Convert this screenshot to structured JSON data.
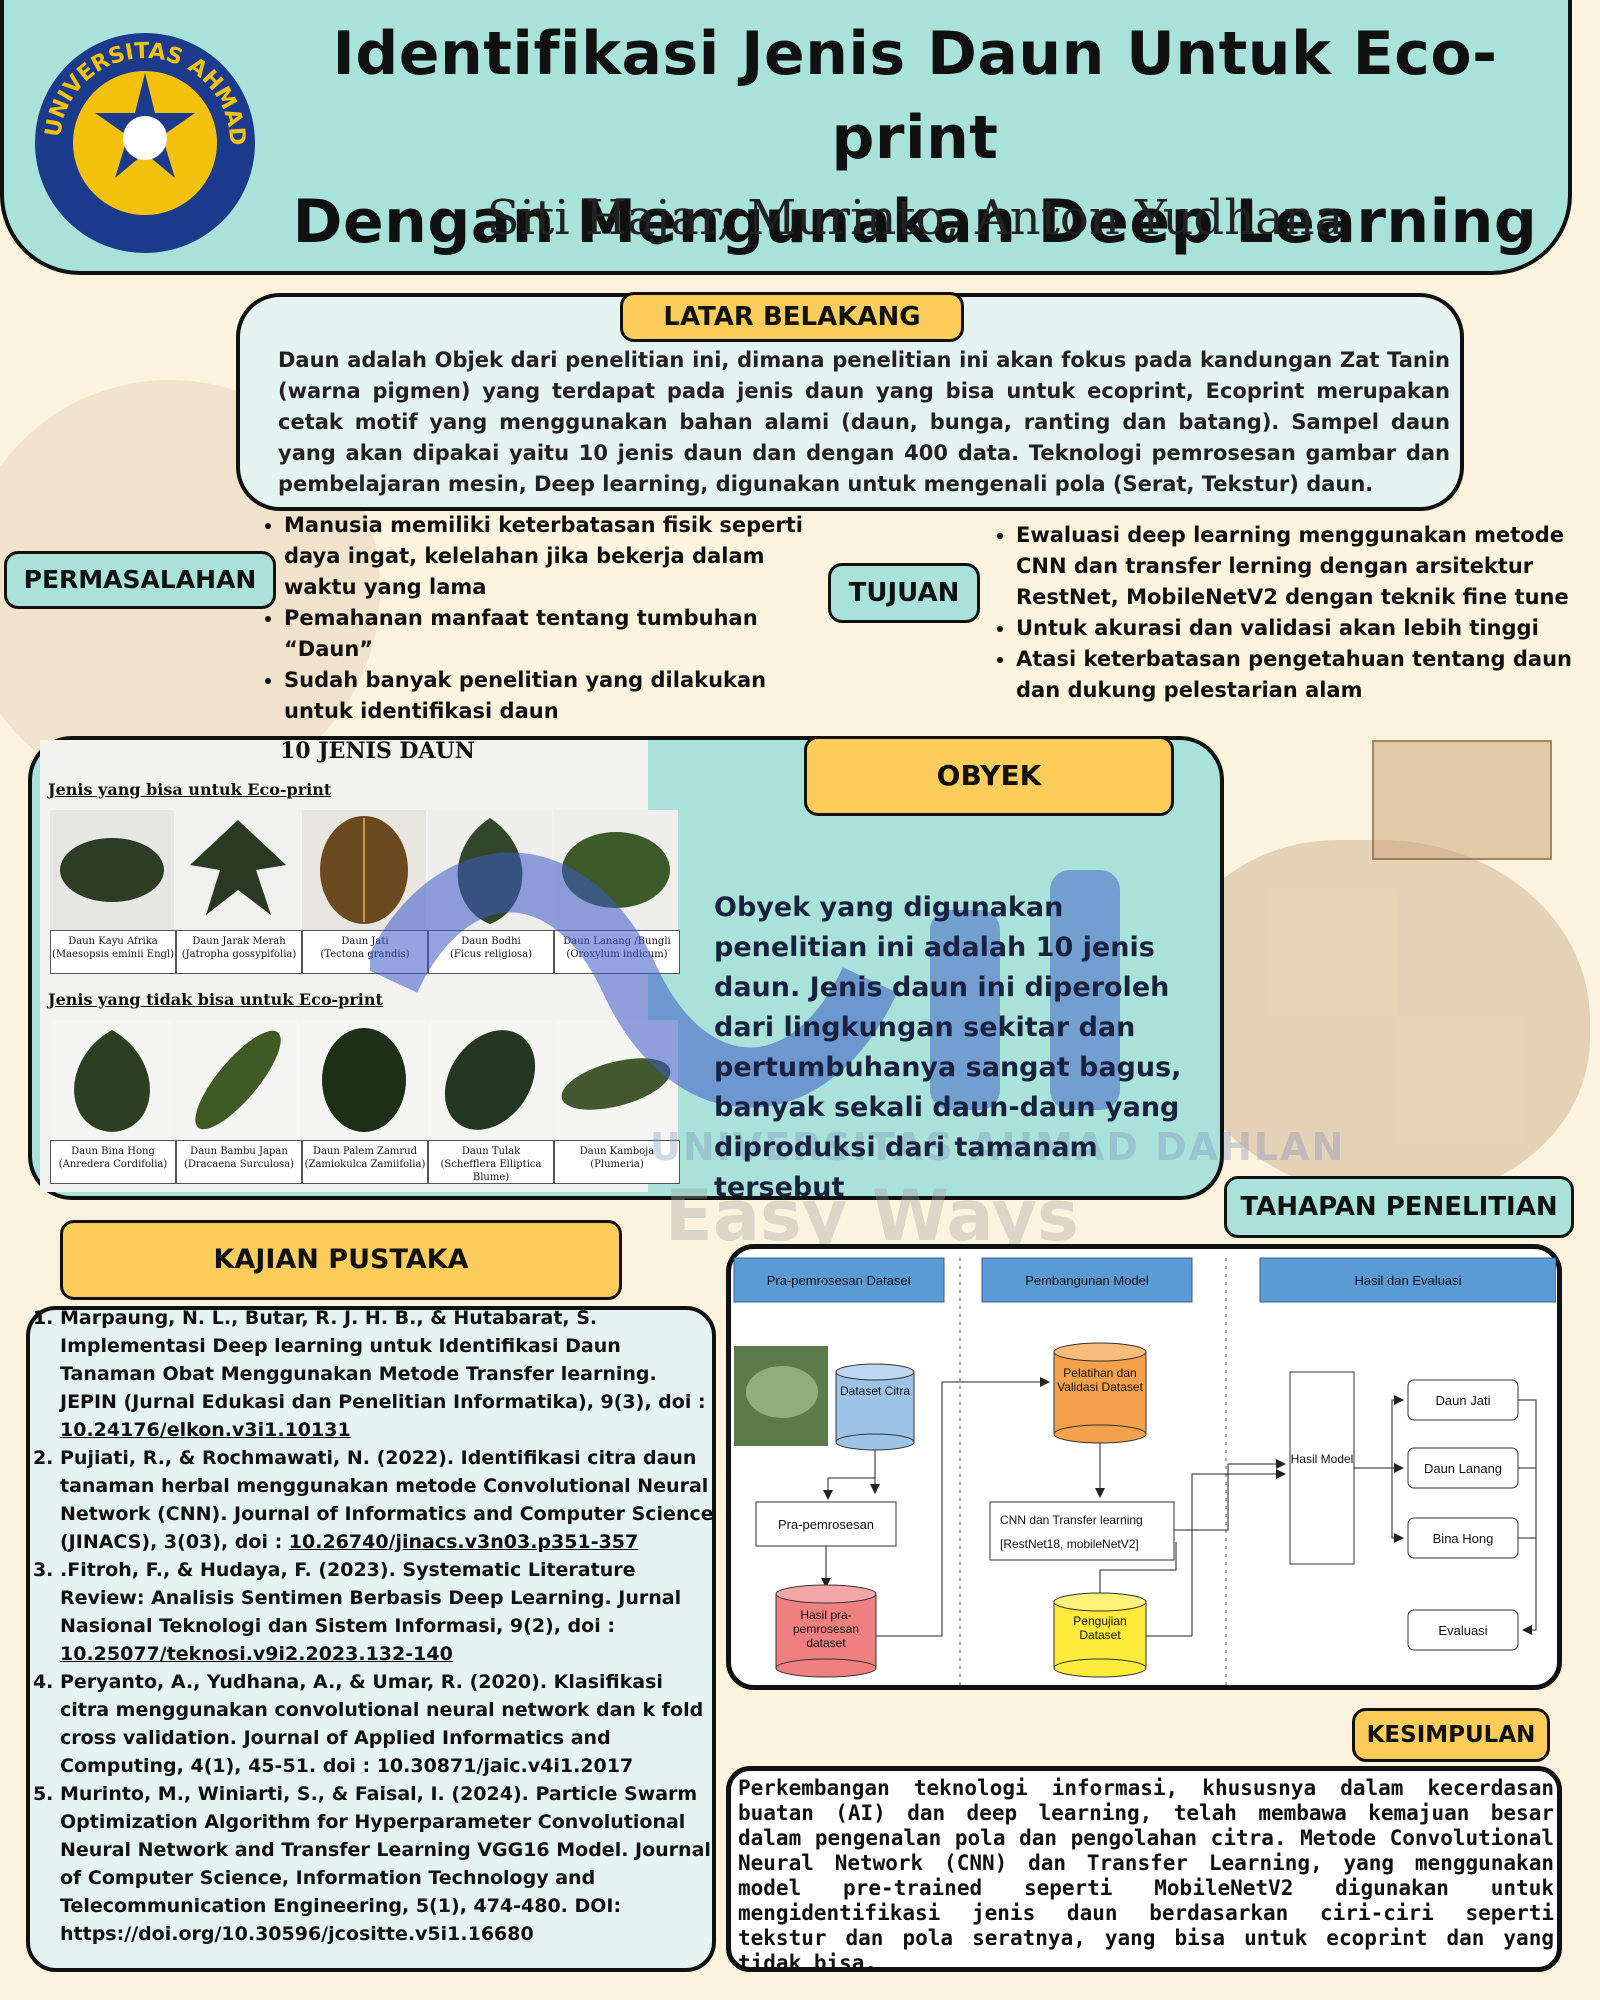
{
  "header": {
    "title_line1": "Identifikasi Jenis Daun Untuk Eco-print",
    "title_line2": "Dengan Mengunakan Deep Learning",
    "authors": "Siti Hajar, Murinto, Anton Yudhana",
    "logo_text": "UNIVERSITAS AHMAD DAHLAN"
  },
  "latar": {
    "title": "LATAR BELAKANG",
    "text": "Daun adalah Objek dari penelitian ini, dimana penelitian ini akan fokus pada kandungan Zat Tanin (warna pigmen) yang terdapat pada jenis daun yang bisa untuk ecoprint, Ecoprint merupakan cetak motif yang menggunakan bahan alami (daun, bunga, ranting dan batang). Sampel daun yang akan dipakai yaitu 10 jenis daun dan dengan 400 data. Teknologi pemrosesan gambar dan pembelajaran mesin, Deep learning, digunakan untuk mengenali pola (Serat, Tekstur) daun."
  },
  "permasalahan": {
    "title": "PERMASALAHAN",
    "items": [
      "Manusia memiliki keterbatasan fisik seperti daya ingat, kelelahan jika bekerja dalam waktu yang lama",
      "Pemahanan manfaat tentang tumbuhan “Daun”",
      "Sudah banyak penelitian yang dilakukan untuk identifikasi daun"
    ]
  },
  "tujuan": {
    "title": "TUJUAN",
    "items": [
      "Ewaluasi deep learning menggunakan metode CNN dan transfer lerning dengan arsitektur RestNet, MobileNetV2 dengan teknik fine tune",
      "Untuk akurasi dan validasi akan lebih tinggi",
      "Atasi keterbatasan pengetahuan tentang daun dan dukung pelestarian alam"
    ]
  },
  "obyek": {
    "title": "OBYEK",
    "text": "Obyek yang digunakan  penelitian ini adalah 10 jenis daun. Jenis daun ini diperoleh dari lingkungan sekitar dan pertumbuhanya sangat bagus, banyak sekali daun-daun yang diproduksi dari tamanam tersebut",
    "panel_heading": "10 JENIS DAUN",
    "group1_label": "Jenis yang bisa untuk Eco-print",
    "group2_label": "Jenis yang tidak bisa untuk Eco-print",
    "group1": [
      {
        "name": "Daun Kayu Afrika",
        "latin": "(Maesopsis eminii Engl)"
      },
      {
        "name": "Daun Jarak Merah",
        "latin": "(Jatropha gossypifolia)"
      },
      {
        "name": "Daun Jati",
        "latin": "(Tectona grandis)"
      },
      {
        "name": "Daun Bodhi",
        "latin": "(Ficus religiosa)"
      },
      {
        "name": "Daun Lanang /Bungli",
        "latin": "(Oroxylum indicum)"
      }
    ],
    "group2": [
      {
        "name": "Daun Bina Hong",
        "latin": "(Anredera Cordifolia)"
      },
      {
        "name": "Daun Bambu Japan",
        "latin": "(Dracaena Surculosa)"
      },
      {
        "name": "Daun Palem Zamrud",
        "latin": "(Zamiokulca Zamiifolia)"
      },
      {
        "name": "Daun Tulak",
        "latin": "(Schefflera Elliptica Blume)"
      },
      {
        "name": "Daun Kamboja",
        "latin": "(Plumeria)"
      }
    ],
    "watermark_1": "UNIVERSITAS AHMAD DAHLAN",
    "watermark_2": "Easy Ways"
  },
  "kajian": {
    "title": "KAJIAN PUSTAKA",
    "refs": [
      {
        "text": "Marpaung, N. L., Butar, R. J. H. B., & Hutabarat, S. Implementasi Deep learning untuk Identifikasi Daun Tanaman Obat Menggunakan Metode Transfer learning. JEPIN (Jurnal Edukasi dan Penelitian Informatika), 9(3), doi : ",
        "doi": "10.24176/elkon.v3i1.10131"
      },
      {
        "text": "Pujiati, R., & Rochmawati, N. (2022). Identifikasi citra daun tanaman herbal menggunakan metode Convolutional Neural Network (CNN). Journal of Informatics and Computer Science (JINACS), 3(03), doi : ",
        "doi": "10.26740/jinacs.v3n03.p351-357"
      },
      {
        "text": ".Fitroh, F., & Hudaya, F. (2023). Systematic Literature Review: Analisis Sentimen Berbasis Deep Learning. Jurnal Nasional Teknologi dan Sistem Informasi, 9(2), doi : ",
        "doi": "10.25077/teknosi.v9i2.2023.132-140"
      },
      {
        "text": "Peryanto, A., Yudhana, A., & Umar, R. (2020). Klasifikasi citra menggunakan convolutional neural network dan k fold cross validation. Journal of Applied Informatics and Computing, 4(1), 45-51. doi : 10.30871/jaic.v4i1.2017",
        "doi": ""
      },
      {
        "text": "Murinto, M., Winiarti, S., & Faisal, I. (2024). Particle Swarm Optimization Algorithm for Hyperparameter Convolutional Neural Network and Transfer Learning VGG16 Model. Journal of Computer Science, Information Technology and Telecommunication Engineering, 5(1), 474-480. DOI: https://doi.org/10.30596/jcositte.v5i1.16680",
        "doi": ""
      }
    ]
  },
  "tahapan": {
    "title": "TAHAPAN PENELITIAN",
    "lanes": [
      "Pra-pemrosesan Dataset",
      "Pembangunan Model",
      "Hasil dan Evaluasi"
    ],
    "nodes": {
      "dataset": "Dataset Citra",
      "pra": "Pra-pemrosesan",
      "hasil_pra": "Hasil pra-pemrosesan dataset",
      "pelatihan": "Pelatihan dan Validasi Dataset",
      "cnn_line1": "CNN dan Transfer learning",
      "cnn_line2": "[RestNet18, mobileNetV2]",
      "pengujian": "Pengujian Dataset",
      "hasil_model": "Hasil Model",
      "out1": "Daun Jati",
      "out2": "Daun Lanang",
      "out3": "Bina Hong",
      "evaluasi": "Evaluasi"
    }
  },
  "kesimpulan": {
    "title": "KESIMPULAN",
    "text": "Perkembangan teknologi informasi, khususnya dalam kecerdasan buatan (AI) dan deep learning, telah membawa kemajuan besar dalam pengenalan pola dan pengolahan citra. Metode Convolutional Neural Network (CNN) dan Transfer Learning, yang menggunakan model pre-trained seperti MobileNetV2 digunakan untuk mengidentifikasi jenis daun berdasarkan ciri-ciri seperti tekstur dan pola seratnya, yang bisa untuk ecoprint dan yang tidak bisa."
  },
  "colors": {
    "teal": "#a8e2d8",
    "yellow": "#fdcd5b",
    "cream": "#fbf3dd"
  }
}
